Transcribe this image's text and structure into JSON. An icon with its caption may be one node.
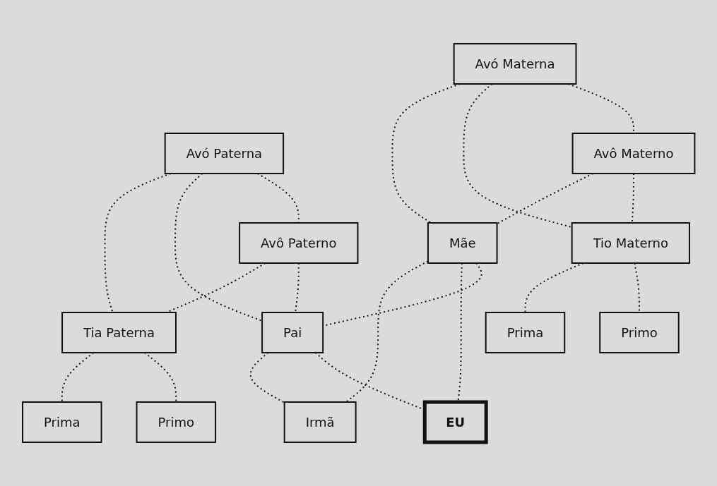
{
  "diagram": {
    "nodes": [
      {
        "text": [
          "Avó Materna"
        ]
      },
      {
        "text": [
          "Avô Materno"
        ]
      },
      {
        "text": [
          "Avó Paterna"
        ]
      },
      {
        "text": [
          "Avô Paterno"
        ]
      },
      {
        "text": [
          "Tio Materno"
        ]
      },
      {
        "text": [
          "Mãe"
        ]
      },
      {
        "text": [
          "Pai"
        ]
      },
      {
        "text": [
          "Tia Paterna"
        ]
      },
      {
        "text": [
          "Primo"
        ]
      },
      {
        "text": [
          "Prima"
        ]
      },
      {
        "text": [
          "EU"
        ]
      },
      {
        "text": [
          "Irmã"
        ]
      },
      {
        "text": [
          "Primo"
        ]
      },
      {
        "text": [
          "Prima"
        ]
      }
    ],
    "edges": [
      {
        "from": 0,
        "to": 1,
        "arrow": "none",
        "style": "dashed"
      },
      {
        "from": 2,
        "to": 3,
        "arrow": "none",
        "style": "dashed"
      },
      {
        "from": 0,
        "to": 4,
        "arrow": "none",
        "style": "dashed"
      },
      {
        "from": 0,
        "to": 5,
        "arrow": "none",
        "style": "dashed"
      },
      {
        "from": 1,
        "to": 4,
        "arrow": "none",
        "style": "dashed"
      },
      {
        "from": 1,
        "to": 5,
        "arrow": "none",
        "style": "dashed"
      },
      {
        "from": 2,
        "to": 6,
        "arrow": "none",
        "style": "dashed"
      },
      {
        "from": 2,
        "to": 7,
        "arrow": "none",
        "style": "dashed"
      },
      {
        "from": 3,
        "to": 6,
        "arrow": "none",
        "style": "dashed"
      },
      {
        "from": 3,
        "to": 7,
        "arrow": "none",
        "style": "dashed"
      },
      {
        "from": 5,
        "to": 6,
        "arrow": "none",
        "style": "dashed"
      },
      {
        "from": 4,
        "to": 8,
        "arrow": "none",
        "style": "dashed"
      },
      {
        "from": 4,
        "to": 9,
        "arrow": "none",
        "style": "dashed"
      },
      {
        "from": 5,
        "to": 10,
        "arrow": "none",
        "style": "dashed"
      },
      {
        "from": 5,
        "to": 11,
        "arrow": "none",
        "style": "dashed"
      },
      {
        "from": 6,
        "to": 10,
        "arrow": "none",
        "style": "dashed"
      },
      {
        "from": 6,
        "to": 11,
        "arrow": "none",
        "style": "dashed"
      },
      {
        "from": 7,
        "to": 12,
        "arrow": "none",
        "style": "dashed"
      },
      {
        "from": 7,
        "to": 13,
        "arrow": "none",
        "style": "dashed"
      }
    ]
  }
}
